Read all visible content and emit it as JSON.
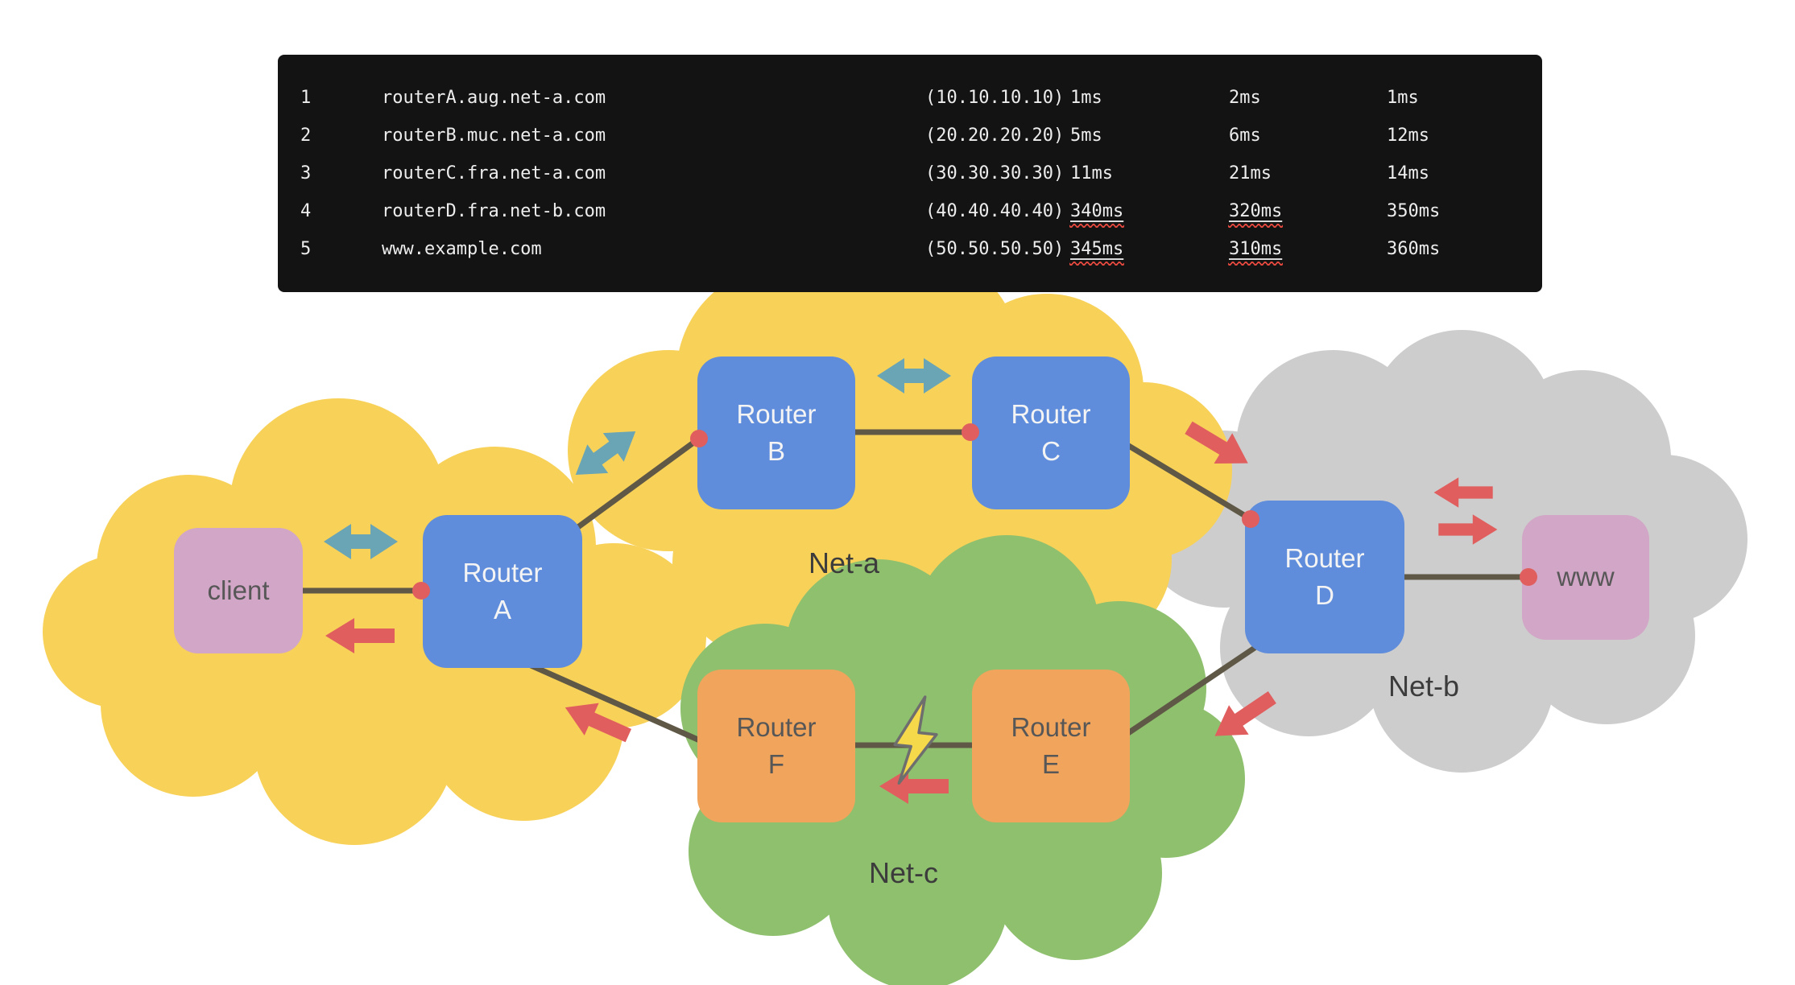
{
  "terminal": {
    "rows": [
      {
        "hop": "1",
        "host": "routerA.aug.net-a.com",
        "ip": "(10.10.10.10)",
        "t1": "1ms",
        "t2": "2ms",
        "t3": "1ms"
      },
      {
        "hop": "2",
        "host": "routerB.muc.net-a.com",
        "ip": "(20.20.20.20)",
        "t1": "5ms",
        "t2": "6ms",
        "t3": "12ms"
      },
      {
        "hop": "3",
        "host": "routerC.fra.net-a.com",
        "ip": "(30.30.30.30)",
        "t1": "11ms",
        "t2": "21ms",
        "t3": "14ms"
      },
      {
        "hop": "4",
        "host": "routerD.fra.net-b.com",
        "ip": "(40.40.40.40)",
        "t1": "340ms",
        "t2": "320ms",
        "t3": "350ms"
      },
      {
        "hop": "5",
        "host": "www.example.com",
        "ip": "(50.50.50.50)",
        "t1": "345ms",
        "t2": "310ms",
        "t3": "360ms"
      }
    ]
  },
  "diagram": {
    "clouds": {
      "net_a": {
        "label": "Net-a",
        "color": "#f8d159"
      },
      "net_b": {
        "label": "Net-b",
        "color": "#cdcdcd"
      },
      "net_c": {
        "label": "Net-c",
        "color": "#8fc06e"
      },
      "client_network": {
        "color": "#f8d159"
      }
    },
    "nodes": {
      "client": {
        "label": "client"
      },
      "router_a": {
        "line1": "Router",
        "line2": "A"
      },
      "router_b": {
        "line1": "Router",
        "line2": "B"
      },
      "router_c": {
        "line1": "Router",
        "line2": "C"
      },
      "router_d": {
        "line1": "Router",
        "line2": "D"
      },
      "router_e": {
        "line1": "Router",
        "line2": "E"
      },
      "router_f": {
        "line1": "Router",
        "line2": "F"
      },
      "www": {
        "label": "www"
      }
    },
    "colors": {
      "cloud_yellow": "#f8d159",
      "cloud_gray": "#cdcdcd",
      "cloud_green": "#8fc06e",
      "router_blue": "#5f8ddb",
      "router_orange": "#f0a45c",
      "endpoint_pink": "#d2a6c6",
      "link_line": "#5f5846",
      "hop_dot_red": "#e05e5e",
      "arrow_red": "#e05e5e",
      "arrow_teal": "#69a5b5",
      "lightning_yellow": "#f6d94a",
      "terminal_bg": "#131313",
      "terminal_text": "#ededed",
      "squiggle_red": "#e2483d"
    }
  }
}
